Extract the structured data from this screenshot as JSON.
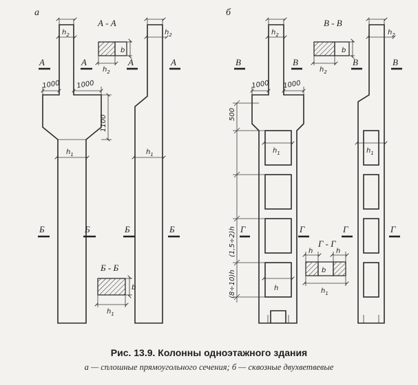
{
  "panels": {
    "a": "а",
    "b": "б"
  },
  "sections": {
    "aa": "А - А",
    "bb": "Б - Б",
    "vv": "В - В",
    "gg": "Г - Г",
    "A": "А",
    "B": "Б",
    "V": "В",
    "G": "Г"
  },
  "dims": {
    "h1": "h",
    "h1_sub": "1",
    "h2": "h",
    "h2_sub": "2",
    "h": "h",
    "b": "b",
    "d1000": "1000",
    "d1100": "1100",
    "d500": "500",
    "span1": "(1,5÷2)h",
    "span2": "(8÷10)h"
  },
  "caption": {
    "title": "Рис. 13.9. Колонны одноэтажного здания",
    "subtitle": "а — сплошные прямоугольного сечения; б — сквозные двухветвевые"
  }
}
